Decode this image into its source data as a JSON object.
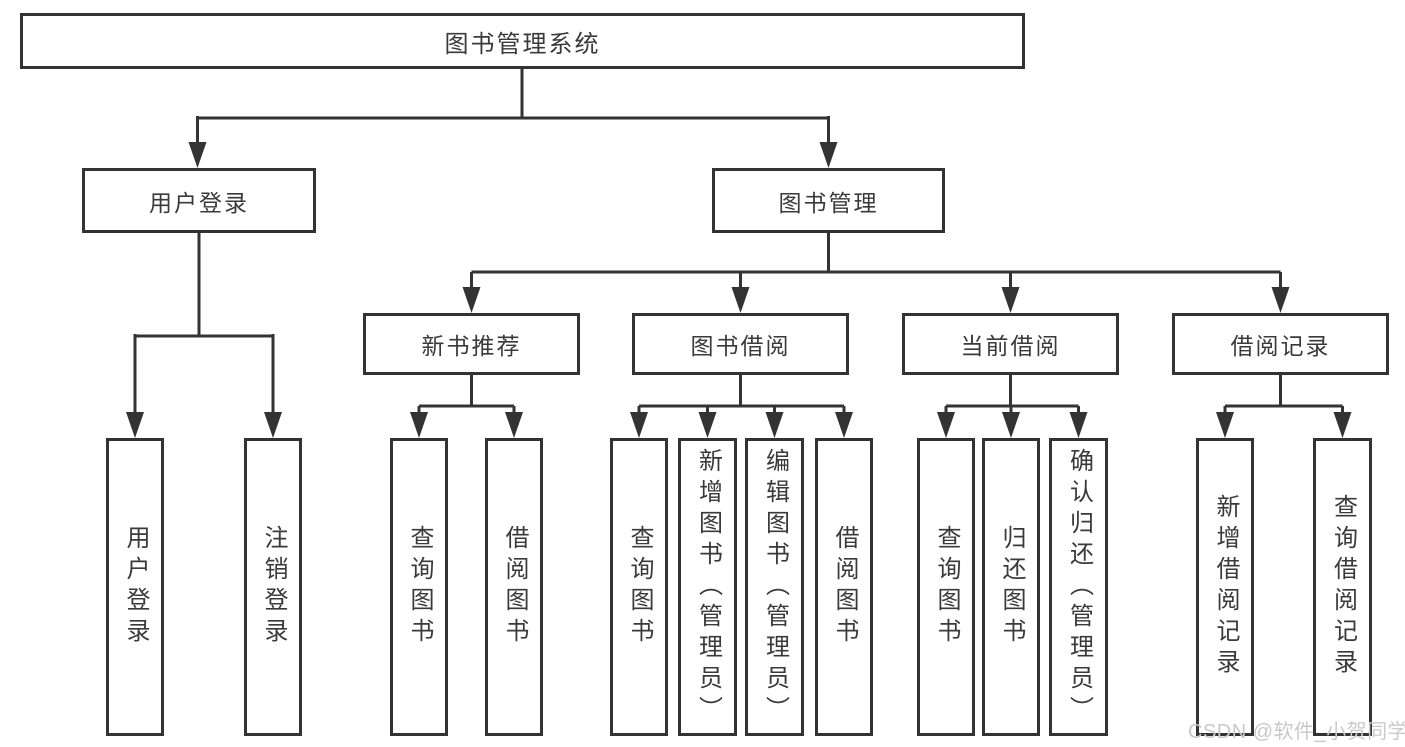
{
  "tree": {
    "label": "图书管理系统",
    "children": [
      {
        "label": "用户登录",
        "children": [
          {
            "label": "用户登录"
          },
          {
            "label": "注销登录"
          }
        ]
      },
      {
        "label": "图书管理",
        "children": [
          {
            "label": "新书推荐",
            "children": [
              {
                "label": "查询图书"
              },
              {
                "label": "借阅图书"
              }
            ]
          },
          {
            "label": "图书借阅",
            "children": [
              {
                "label": "查询图书"
              },
              {
                "label": "新增图书（管理员）"
              },
              {
                "label": "编辑图书（管理员）"
              },
              {
                "label": "借阅图书"
              }
            ]
          },
          {
            "label": "当前借阅",
            "children": [
              {
                "label": "查询图书"
              },
              {
                "label": "归还图书"
              },
              {
                "label": "确认归还（管理员）"
              }
            ]
          },
          {
            "label": "借阅记录",
            "children": [
              {
                "label": "新增借阅记录"
              },
              {
                "label": "查询借阅记录"
              }
            ]
          }
        ]
      }
    ]
  },
  "watermark": {
    "text": "CSDN @软件_小贺同学"
  },
  "colors": {
    "line": "#333333",
    "box_border": "#333333",
    "text": "#3a3a3a",
    "watermark": "#c9c9c9",
    "background": "#ffffff"
  }
}
